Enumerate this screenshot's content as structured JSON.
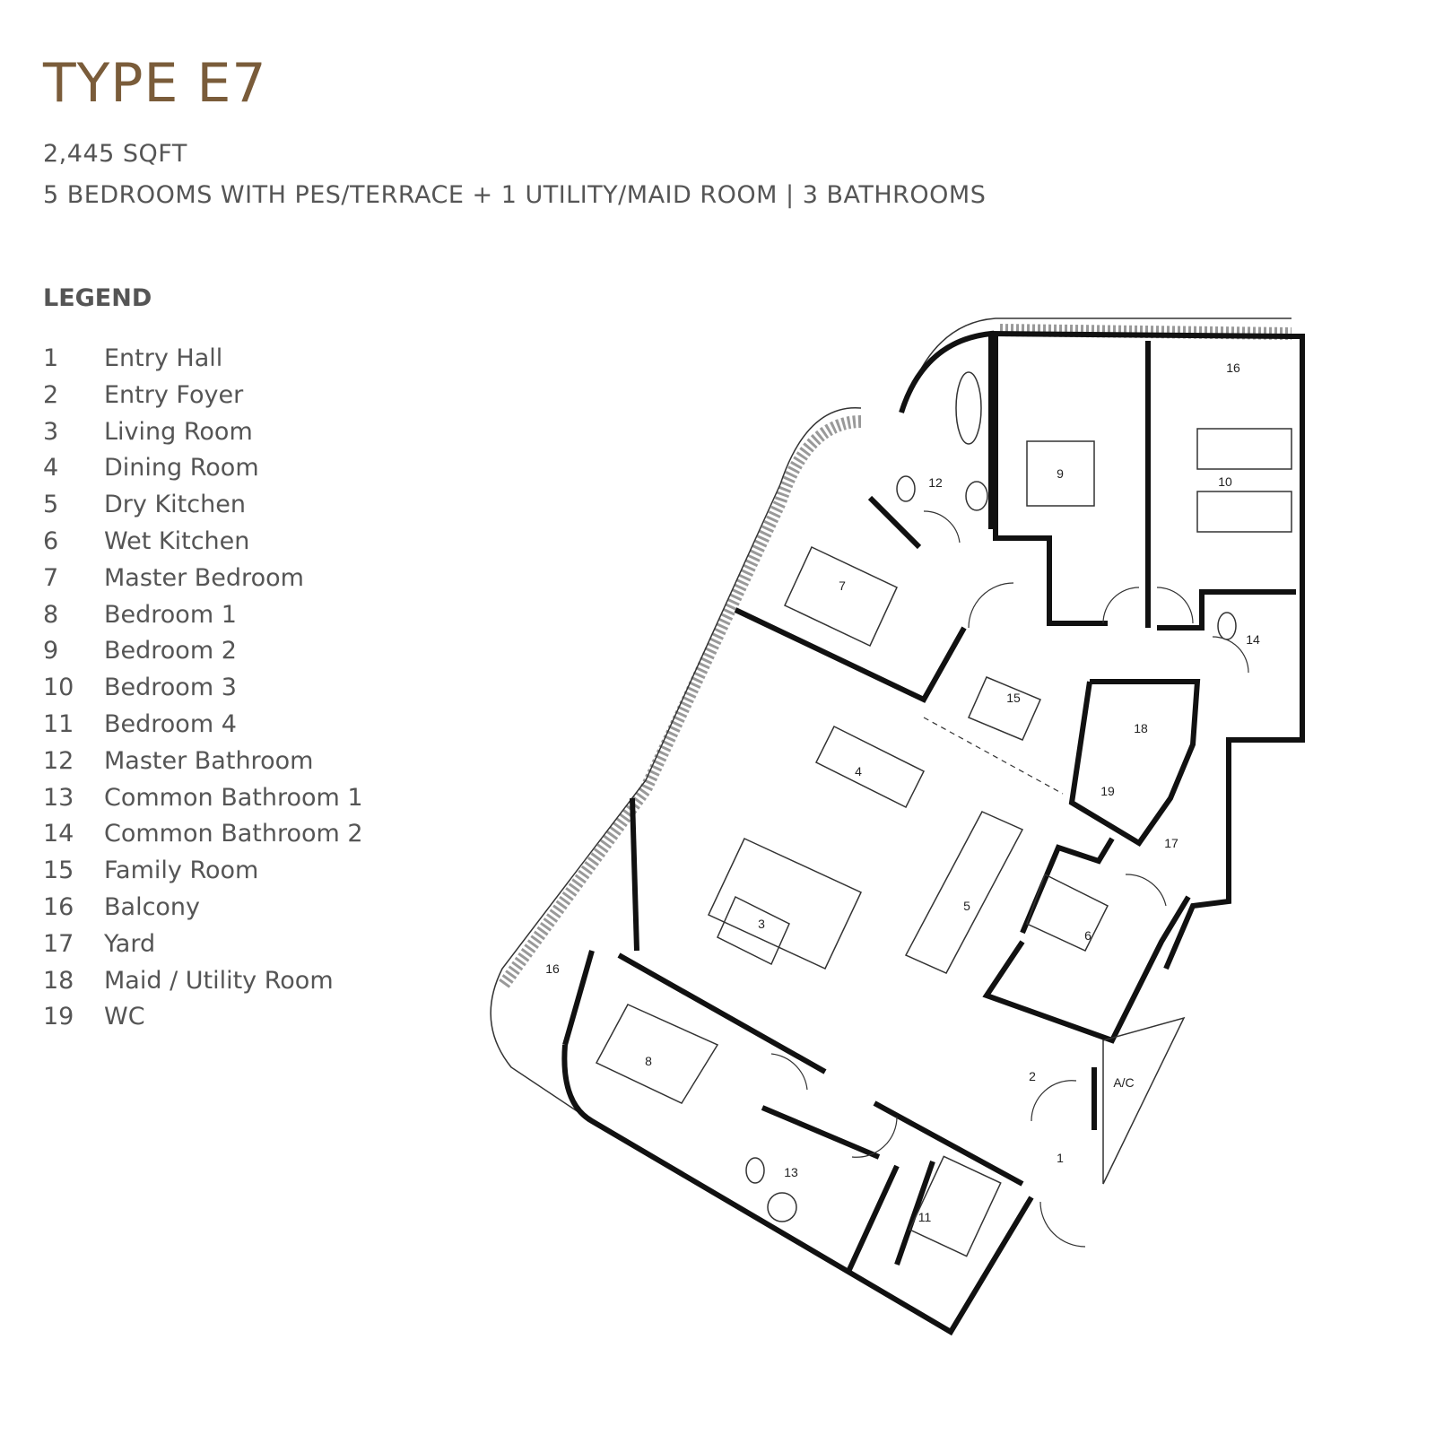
{
  "header": {
    "title": "TYPE E7",
    "area": "2,445 SQFT",
    "description": "5 BEDROOMS WITH PES/TERRACE + 1 UTILITY/MAID ROOM | 3 BATHROOMS"
  },
  "legend": {
    "heading": "LEGEND",
    "items": [
      {
        "num": "1",
        "label": "Entry Hall"
      },
      {
        "num": "2",
        "label": "Entry Foyer"
      },
      {
        "num": "3",
        "label": "Living Room"
      },
      {
        "num": "4",
        "label": "Dining Room"
      },
      {
        "num": "5",
        "label": "Dry Kitchen"
      },
      {
        "num": "6",
        "label": "Wet Kitchen"
      },
      {
        "num": "7",
        "label": "Master Bedroom"
      },
      {
        "num": "8",
        "label": "Bedroom 1"
      },
      {
        "num": "9",
        "label": "Bedroom 2"
      },
      {
        "num": "10",
        "label": "Bedroom 3"
      },
      {
        "num": "11",
        "label": "Bedroom 4"
      },
      {
        "num": "12",
        "label": "Master Bathroom"
      },
      {
        "num": "13",
        "label": "Common Bathroom 1"
      },
      {
        "num": "14",
        "label": "Common Bathroom 2"
      },
      {
        "num": "15",
        "label": "Family Room"
      },
      {
        "num": "16",
        "label": "Balcony"
      },
      {
        "num": "17",
        "label": "Yard"
      },
      {
        "num": "18",
        "label": "Maid / Utility Room"
      },
      {
        "num": "19",
        "label": "WC"
      }
    ]
  },
  "plan": {
    "labels": {
      "r1": "1",
      "r2": "2",
      "r3": "3",
      "r4": "4",
      "r5": "5",
      "r6": "6",
      "r7": "7",
      "r8": "8",
      "r9": "9",
      "r10": "10",
      "r11": "11",
      "r12": "12",
      "r13": "13",
      "r14": "14",
      "r15": "15",
      "r16a": "16",
      "r16b": "16",
      "r17": "17",
      "r18": "18",
      "r19": "19",
      "ac": "A/C"
    }
  },
  "colors": {
    "title": "#7a5c3a",
    "text": "#555555"
  }
}
